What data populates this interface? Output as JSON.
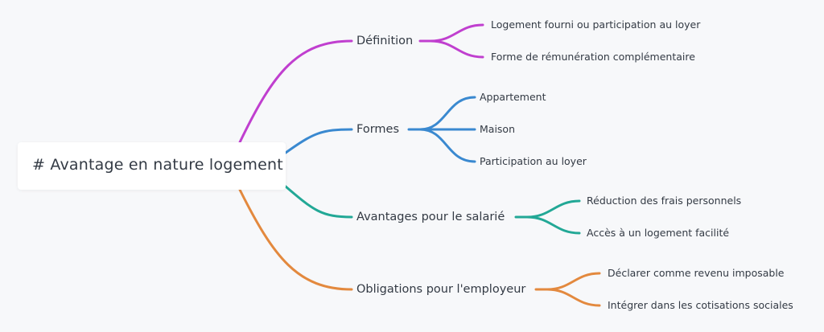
{
  "root": {
    "label": "# Avantage en nature logement"
  },
  "colors": {
    "definition": "#c03fcf",
    "formes": "#3a89d0",
    "avantages": "#22a896",
    "obligations": "#e3893e",
    "background": "#f7f8fa"
  },
  "branches": [
    {
      "label": "Définition",
      "children": [
        "Logement fourni ou participation au loyer",
        "Forme de rémunération complémentaire"
      ]
    },
    {
      "label": "Formes",
      "children": [
        "Appartement",
        "Maison",
        "Participation au loyer"
      ]
    },
    {
      "label": "Avantages pour le salarié",
      "children": [
        "Réduction des frais personnels",
        "Accès à un logement facilité"
      ]
    },
    {
      "label": "Obligations pour l'employeur",
      "children": [
        "Déclarer comme revenu imposable",
        "Intégrer dans les cotisations sociales"
      ]
    }
  ]
}
